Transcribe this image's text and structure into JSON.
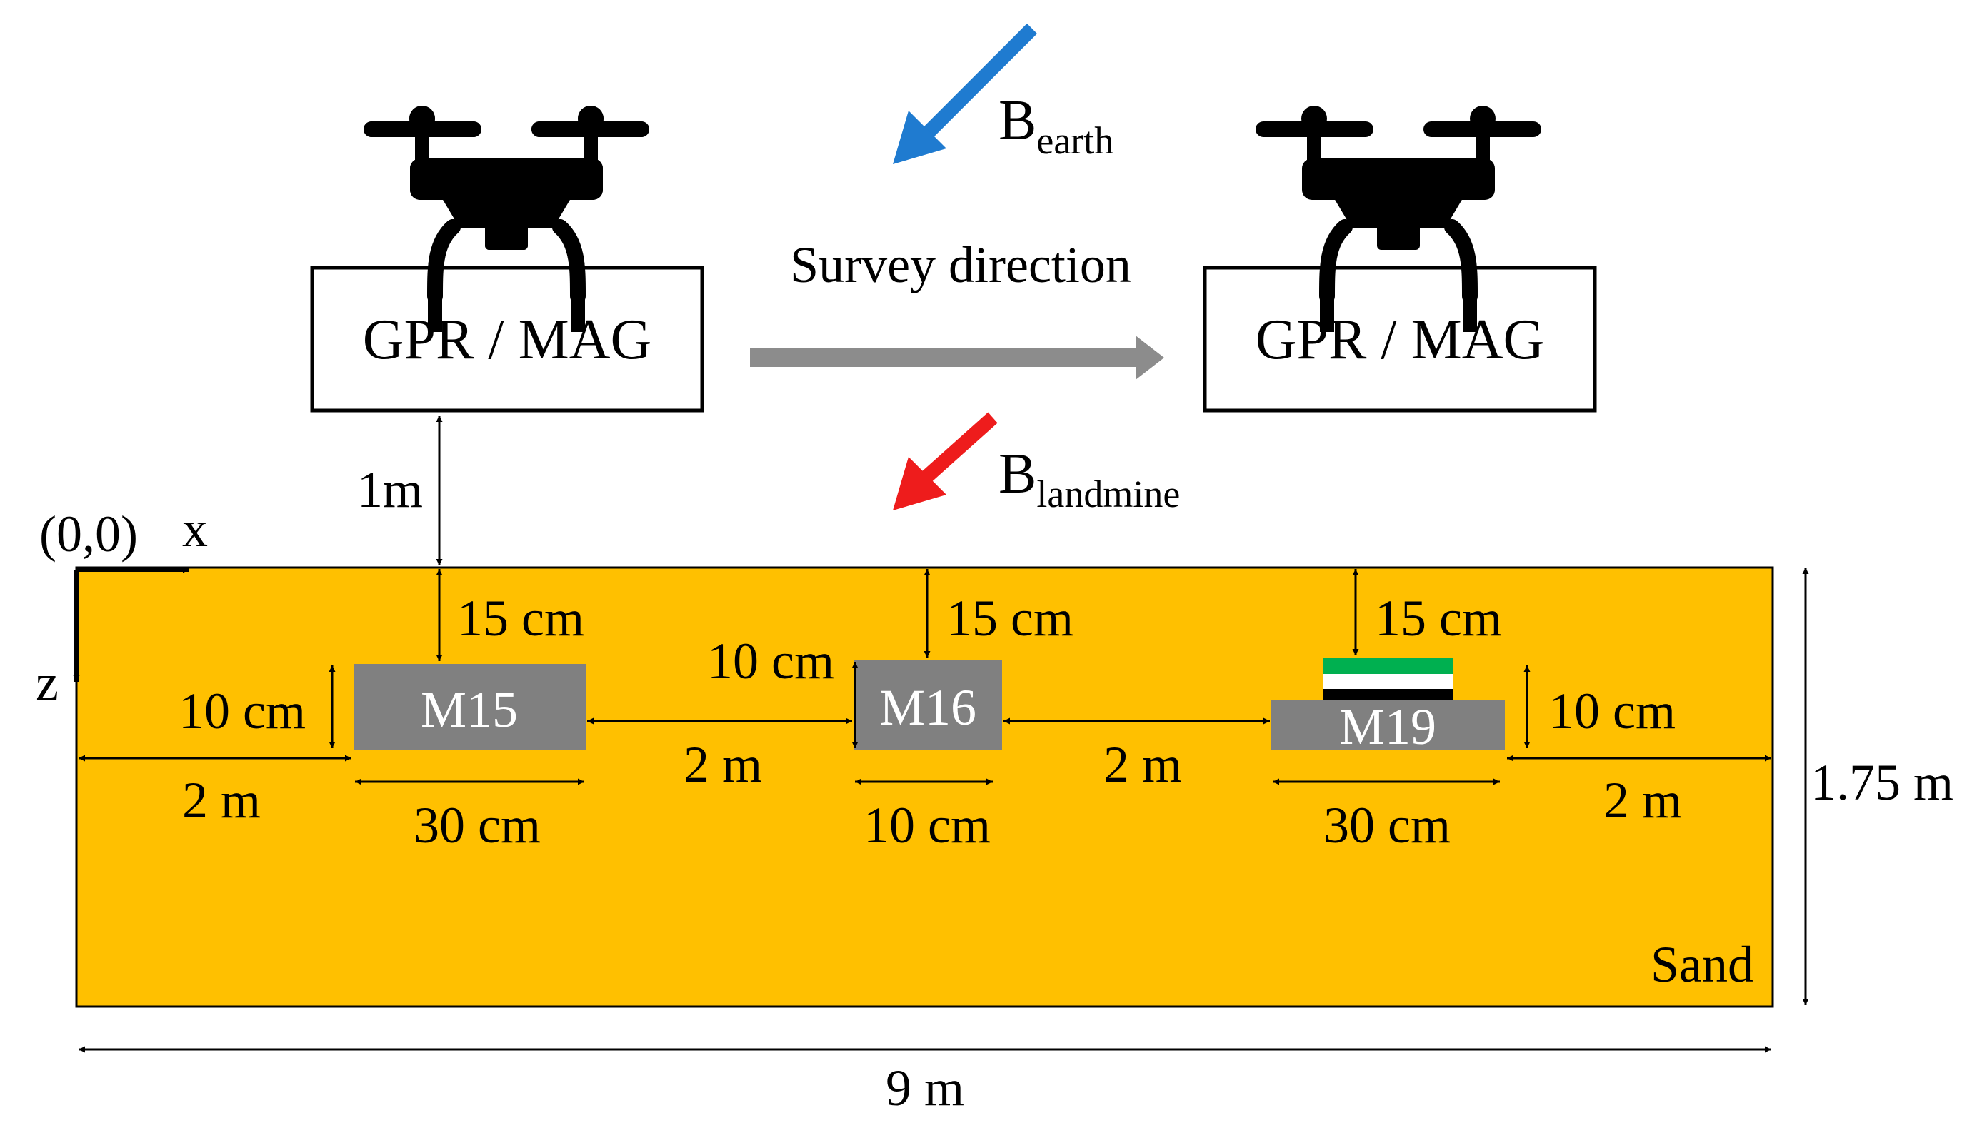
{
  "drones": [
    {
      "sensor_label": "GPR / MAG"
    },
    {
      "sensor_label": "GPR / MAG"
    }
  ],
  "survey": {
    "direction_label": "Survey direction"
  },
  "fields": {
    "earth": {
      "base": "B",
      "sub": "earth",
      "color": "#1f7bd0"
    },
    "landmine": {
      "base": "B",
      "sub": "landmine",
      "color": "#ee1c1c"
    }
  },
  "altitude_label": "1m",
  "origin": {
    "label": "(0,0)",
    "x_axis": "x",
    "z_axis": "z"
  },
  "ground": {
    "material": "Sand",
    "color": "#ffc000",
    "width_label": "9 m",
    "depth_label": "1.75 m"
  },
  "mines": [
    {
      "name": "M15",
      "depth_label": "15 cm",
      "height_label": "10 cm",
      "width_label": "30 cm"
    },
    {
      "name": "M16",
      "depth_label": "15 cm",
      "height_label": "10 cm",
      "width_label": "10 cm"
    },
    {
      "name": "M19",
      "depth_label": "15 cm",
      "height_label": "10 cm",
      "width_label": "30 cm"
    }
  ],
  "spacing": {
    "left_margin": "2 m",
    "gap_1": "2 m",
    "gap_2": "2 m",
    "right_margin": "2 m"
  },
  "colors": {
    "mine": "#808080",
    "arrow_gray": "#8c8c8c",
    "m19_top": "#00b050"
  }
}
